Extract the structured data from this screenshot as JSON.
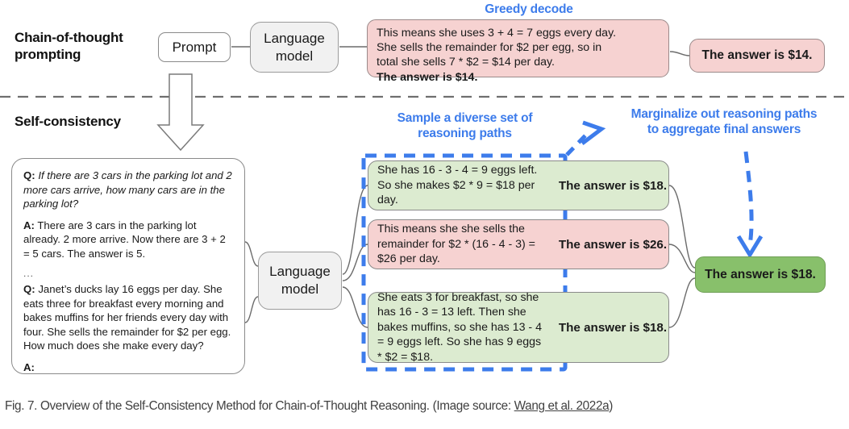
{
  "figure": {
    "caption_prefix": "Fig. 7. Overview of the Self-Consistency Method for Chain-of-Thought Reasoning. (Image source: ",
    "caption_link": "Wang et al. 2022a",
    "caption_suffix": ")"
  },
  "colors": {
    "accent_blue": "#3d7ceb",
    "pink_fill": "#f6d2d1",
    "green_fill": "#dcebd0",
    "green_dark_fill": "#88c06b",
    "grey_fill": "#f1f1f1",
    "outline_grey": "#8a8a8a"
  },
  "top_section": {
    "title": "Chain-of-thought\nprompting",
    "title_line1": "Chain-of-thought",
    "title_line2": "prompting",
    "prompt_label": "Prompt",
    "model_label_line1": "Language",
    "model_label_line2": "model",
    "decode_caption": "Greedy decode",
    "output_lines": [
      "This means she uses 3 + 4 = 7 eggs every day.",
      "She sells the remainder for $2 per egg, so in",
      "total she sells 7 * $2 = $14 per day."
    ],
    "output_bold_line": "The answer is $14.",
    "answer_label": "The answer is $14."
  },
  "bottom_section": {
    "title": "Self-consistency",
    "prompt_block": {
      "q1_tag": "Q:",
      "q1_text": " If there are 3 cars in the parking lot and 2 more cars arrive, how many cars are in the parking lot?",
      "a1_tag": "A:",
      "a1_text": " There are 3 cars in the parking lot already. 2 more arrive. Now there are 3 + 2 = 5 cars. The answer is 5.",
      "ellipsis": "...",
      "q2_tag": "Q:",
      "q2_text": " Janet’s ducks lay 16 eggs per day. She eats three for breakfast every morning and bakes muffins for her friends every day with four. She sells the remainder for $2 per egg. How much does she make every day?",
      "a2_tag": "A:"
    },
    "model_label_line1": "Language",
    "model_label_line2": "model",
    "sample_caption_line1": "Sample a diverse set of",
    "sample_caption_line2": "reasoning paths",
    "marginalize_caption_line1": "Marginalize out reasoning paths",
    "marginalize_caption_line2": "to aggregate final answers",
    "paths": [
      {
        "color": "green",
        "reasoning": "She has 16 - 3 - 4 = 9 eggs left. So she makes $2 * 9 = $18 per day.",
        "answer": "The answer is $18."
      },
      {
        "color": "pink",
        "reasoning": "This means she she sells the remainder for $2 * (16 - 4 - 3) = $26 per day.",
        "answer": "The answer is $26."
      },
      {
        "color": "green",
        "reasoning": "She eats 3 for breakfast, so she has 16 - 3 = 13 left. Then she bakes muffins, so she has 13 - 4 = 9 eggs left. So she has 9 eggs * $2 = $18.",
        "answer": "The answer is $18."
      }
    ],
    "final_answer": "The answer is $18."
  }
}
